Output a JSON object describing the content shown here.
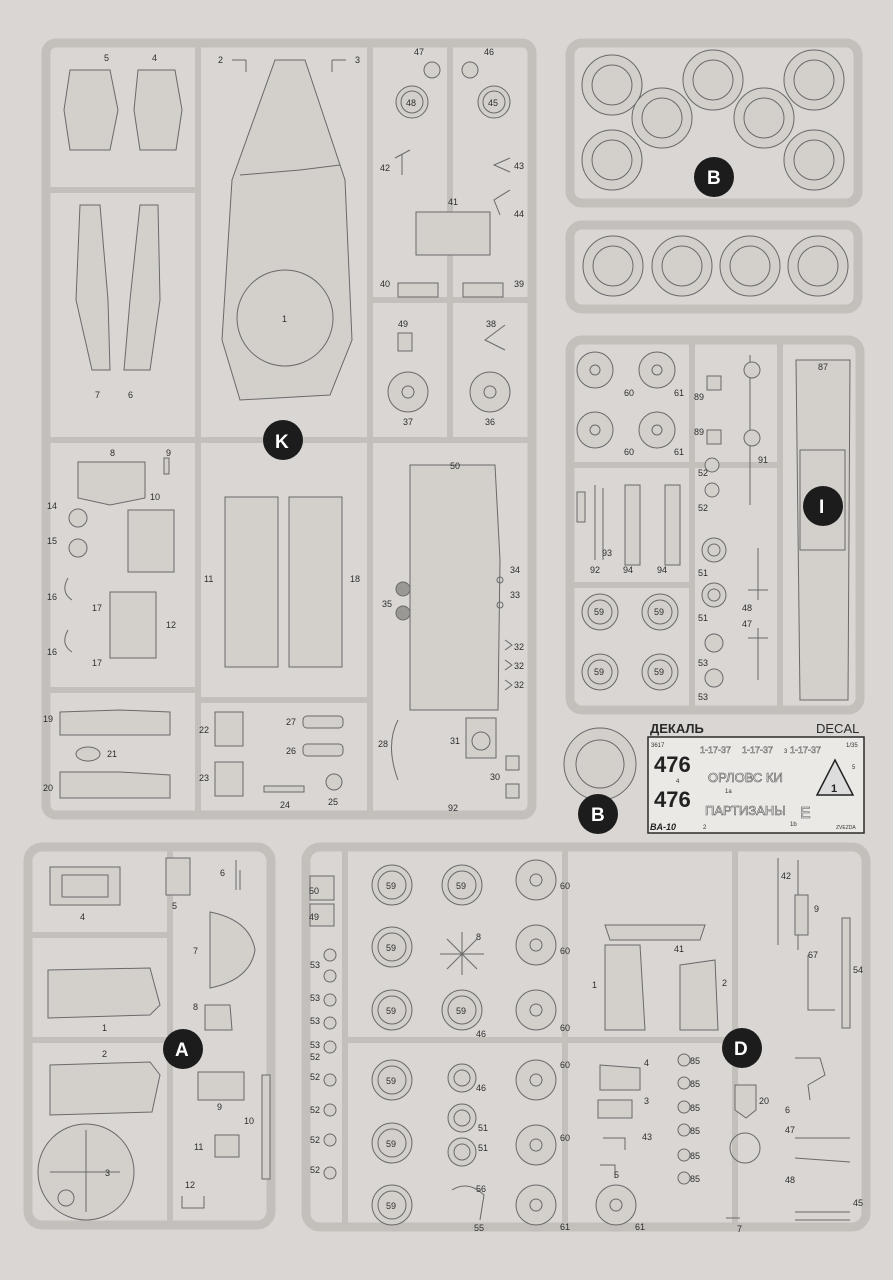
{
  "sprue_letters": {
    "k": "K",
    "b_top": "B",
    "i": "I",
    "b_mid": "B",
    "a": "A",
    "d": "D"
  },
  "colors": {
    "paper": "#d9d6d3",
    "sprue": "#c3c0bc",
    "line": "#6a6a6a",
    "badge": "#1c1c1c"
  },
  "decal": {
    "title_ru": "ДЕКАЛЬ",
    "title_en": "DECAL",
    "code": "3617",
    "scale": "1/35",
    "number_a": "476",
    "number_b": "476",
    "label_4": "4",
    "label_1a": "1a",
    "label_1b": "1b",
    "text_date1": "1-17-37",
    "text_date2": "1-17-37",
    "text_date3": "1-17-37",
    "label_3": "3",
    "text_orlov": "ОРЛОВС  КИ",
    "text_partisan": "ПАРТИЗАНЫ",
    "letter_e": "Е",
    "triangle_num": "1",
    "label_5": "5",
    "label_2": "2",
    "model": "BA-10",
    "brand": "ZVEZDA"
  },
  "k": {
    "n5": "5",
    "n4": "4",
    "n2": "2",
    "n3": "3",
    "n47": "47",
    "n46": "46",
    "n48": "48",
    "n45": "45",
    "n42": "42",
    "n43": "43",
    "n41": "41",
    "n44": "44",
    "n1": "1",
    "n40": "40",
    "n39": "39",
    "n49": "49",
    "n38": "38",
    "n7": "7",
    "n6": "6",
    "n37": "37",
    "n36": "36",
    "n8": "8",
    "n9": "9",
    "n10": "10",
    "n14": "14",
    "n15": "15",
    "n16a": "16",
    "n17a": "17",
    "n16b": "16",
    "n17b": "17",
    "n12": "12",
    "n11": "11",
    "n18": "18",
    "n50": "50",
    "n34": "34",
    "n33": "33",
    "n35": "35",
    "n32a": "32",
    "n32b": "32",
    "n32c": "32",
    "n19": "19",
    "n21": "21",
    "n20": "20",
    "n22": "22",
    "n23": "23",
    "n27": "27",
    "n26": "26",
    "n24": "24",
    "n25": "25",
    "n28": "28",
    "n31": "31",
    "n30": "30",
    "n92": "92"
  },
  "i": {
    "n60a": "60",
    "n61a": "61",
    "n60b": "60",
    "n61b": "61",
    "n89a": "89",
    "n89b": "89",
    "n52a": "52",
    "n52b": "52",
    "n91": "91",
    "n87": "87",
    "n92": "92",
    "n93": "93",
    "n94a": "94",
    "n94b": "94",
    "n51a": "51",
    "n51b": "51",
    "n48": "48",
    "n47": "47",
    "n59a": "59",
    "n59b": "59",
    "n59c": "59",
    "n59d": "59",
    "n53a": "53",
    "n53b": "53"
  },
  "a": {
    "n4": "4",
    "n5": "5",
    "n6": "6",
    "n7": "7",
    "n1": "1",
    "n8": "8",
    "n2": "2",
    "n9": "9",
    "n10": "10",
    "n11": "11",
    "n3": "3",
    "n12": "12"
  },
  "d": {
    "n50": "50",
    "n49": "49",
    "n53a": "53",
    "n53b": "53",
    "n53c": "53",
    "n53d": "53",
    "n52a": "52",
    "n52b": "52",
    "n52c": "52",
    "n52d": "52",
    "n52e": "52",
    "n59a": "59",
    "n59b": "59",
    "n59c": "59",
    "n59d": "59",
    "n59e": "59",
    "n59f": "59",
    "n59g": "59",
    "n59h": "59",
    "n8": "8",
    "n46a": "46",
    "n46b": "46",
    "n51a": "51",
    "n51b": "51",
    "n56": "56",
    "n55": "55",
    "n60a": "60",
    "n60b": "60",
    "n60c": "60",
    "n60d": "60",
    "n60e": "60",
    "n61a": "61",
    "n61b": "61",
    "n41": "41",
    "n1": "1",
    "n2": "2",
    "n4": "4",
    "n3": "3",
    "n43": "43",
    "n5": "5",
    "n85a": "85",
    "n85b": "85",
    "n85c": "85",
    "n85d": "85",
    "n85e": "85",
    "n85f": "85",
    "n20": "20",
    "n7": "7",
    "n42": "42",
    "n9": "9",
    "n67": "67",
    "n54": "54",
    "n6": "6",
    "n47": "47",
    "n48": "48",
    "n45": "45"
  }
}
